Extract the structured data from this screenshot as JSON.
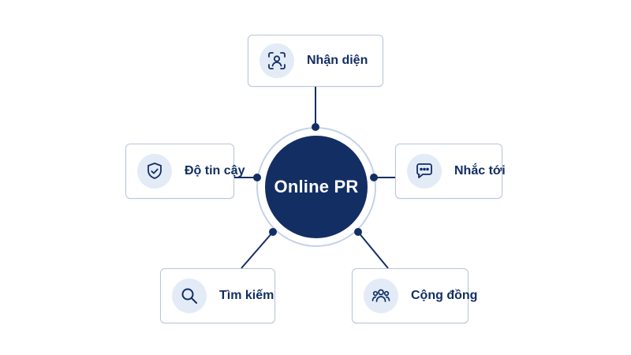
{
  "hub": {
    "label": "Online PR"
  },
  "nodes": [
    {
      "id": "top",
      "label": "Nhận diện",
      "icon": "face-scan-icon"
    },
    {
      "id": "left",
      "label": "Độ tin cậy",
      "icon": "shield-check-icon"
    },
    {
      "id": "right",
      "label": "Nhắc tới",
      "icon": "chat-bubble-icon"
    },
    {
      "id": "bl",
      "label": "Tìm kiếm",
      "icon": "search-icon"
    },
    {
      "id": "br",
      "label": "Cộng đồng",
      "icon": "community-icon"
    }
  ],
  "colors": {
    "hub": "#132e63",
    "accent_text": "#132e63",
    "icon_bg": "#e3ebf6",
    "border": "#b9c6da",
    "ring": "#c5d2e4"
  }
}
